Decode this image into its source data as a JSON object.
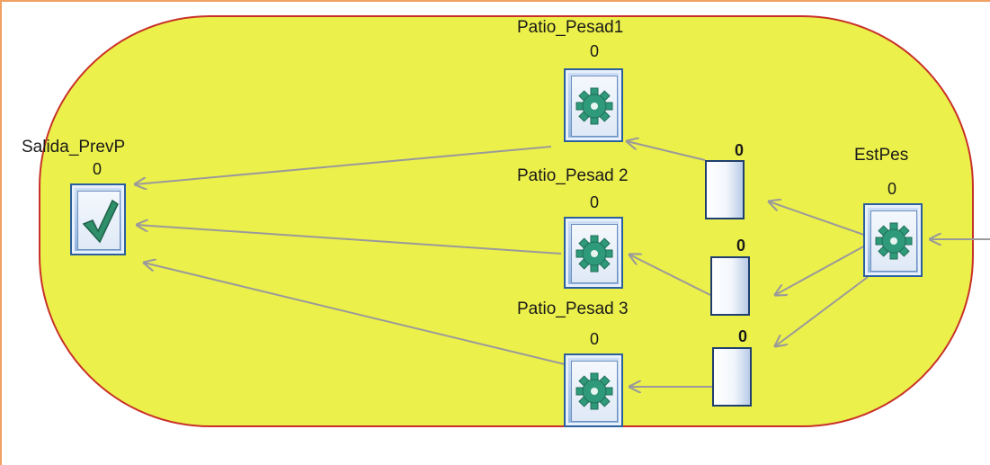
{
  "colors": {
    "region_fill": "#ecf04a",
    "region_border": "#c8312a",
    "frame_border": "#f0a060",
    "arrow": "#9a9a9a",
    "gear": "#2f9a7a",
    "check": "#2f8f6a"
  },
  "nodes": {
    "salida": {
      "label": "Salida_PrevP",
      "count": "0",
      "icon": "checkmark-icon"
    },
    "patio1": {
      "label": "Patio_Pesad1",
      "count": "0",
      "icon": "gear-icon"
    },
    "patio2": {
      "label": "Patio_Pesad 2",
      "count": "0",
      "icon": "gear-icon"
    },
    "patio3": {
      "label": "Patio_Pesad 3",
      "count": "0",
      "icon": "gear-icon"
    },
    "estpes": {
      "label": "EstPes",
      "count": "0",
      "icon": "gear-icon"
    }
  },
  "queues": [
    {
      "count": "0"
    },
    {
      "count": "0"
    },
    {
      "count": "0"
    }
  ]
}
